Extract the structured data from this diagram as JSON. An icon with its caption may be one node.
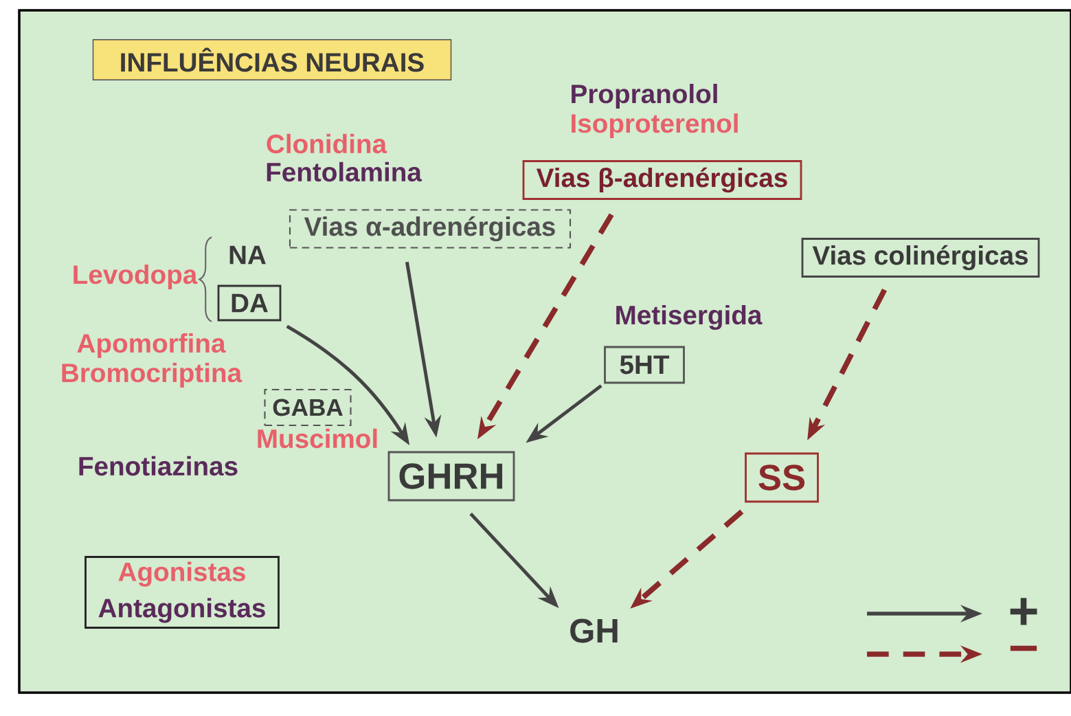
{
  "diagram": {
    "title": "INFLUÊNCIAS NEURAIS",
    "nodes": [
      {
        "text": [
          "Vias β-adrenérgicas"
        ]
      },
      {
        "text": [
          "Vias α-adrenérgicas"
        ]
      },
      {
        "text": [
          "DA"
        ]
      },
      {
        "text": [
          "5HT"
        ]
      },
      {
        "text": [
          "GABA"
        ]
      },
      {
        "text": [
          "Vias colinérgicas"
        ]
      },
      {
        "text": [
          "GHRH"
        ]
      },
      {
        "text": [
          "SS"
        ]
      },
      {
        "text": [
          "GH"
        ]
      },
      {
        "text": [
          "Agonistas",
          "Antagonistas"
        ]
      }
    ],
    "edges": [
      {
        "from": 2,
        "to": 6,
        "arrow": "to"
      },
      {
        "from": 1,
        "to": 6,
        "arrow": "to"
      },
      {
        "from": 0,
        "to": 6,
        "arrow": "to",
        "style": "dashed",
        "color": "#8b2a2a"
      },
      {
        "from": 3,
        "to": 6,
        "arrow": "to"
      },
      {
        "from": 5,
        "to": 7,
        "arrow": "to",
        "style": "dashed",
        "color": "#8b2a2a"
      },
      {
        "from": 6,
        "to": 8,
        "arrow": "to"
      },
      {
        "from": 7,
        "to": 8,
        "arrow": "to",
        "style": "dashed",
        "color": "#8b2a2a"
      }
    ],
    "labels": [
      "Propranolol",
      "Isoproterenol",
      "Clonidina",
      "Fentolamina",
      "NA",
      "Levodopa",
      "Metisergida",
      "Apomorfina",
      "Bromocriptina",
      "Muscimol",
      "Fenotiazinas"
    ],
    "legend": [
      {
        "text": "+"
      },
      {
        "text": "–"
      }
    ]
  }
}
